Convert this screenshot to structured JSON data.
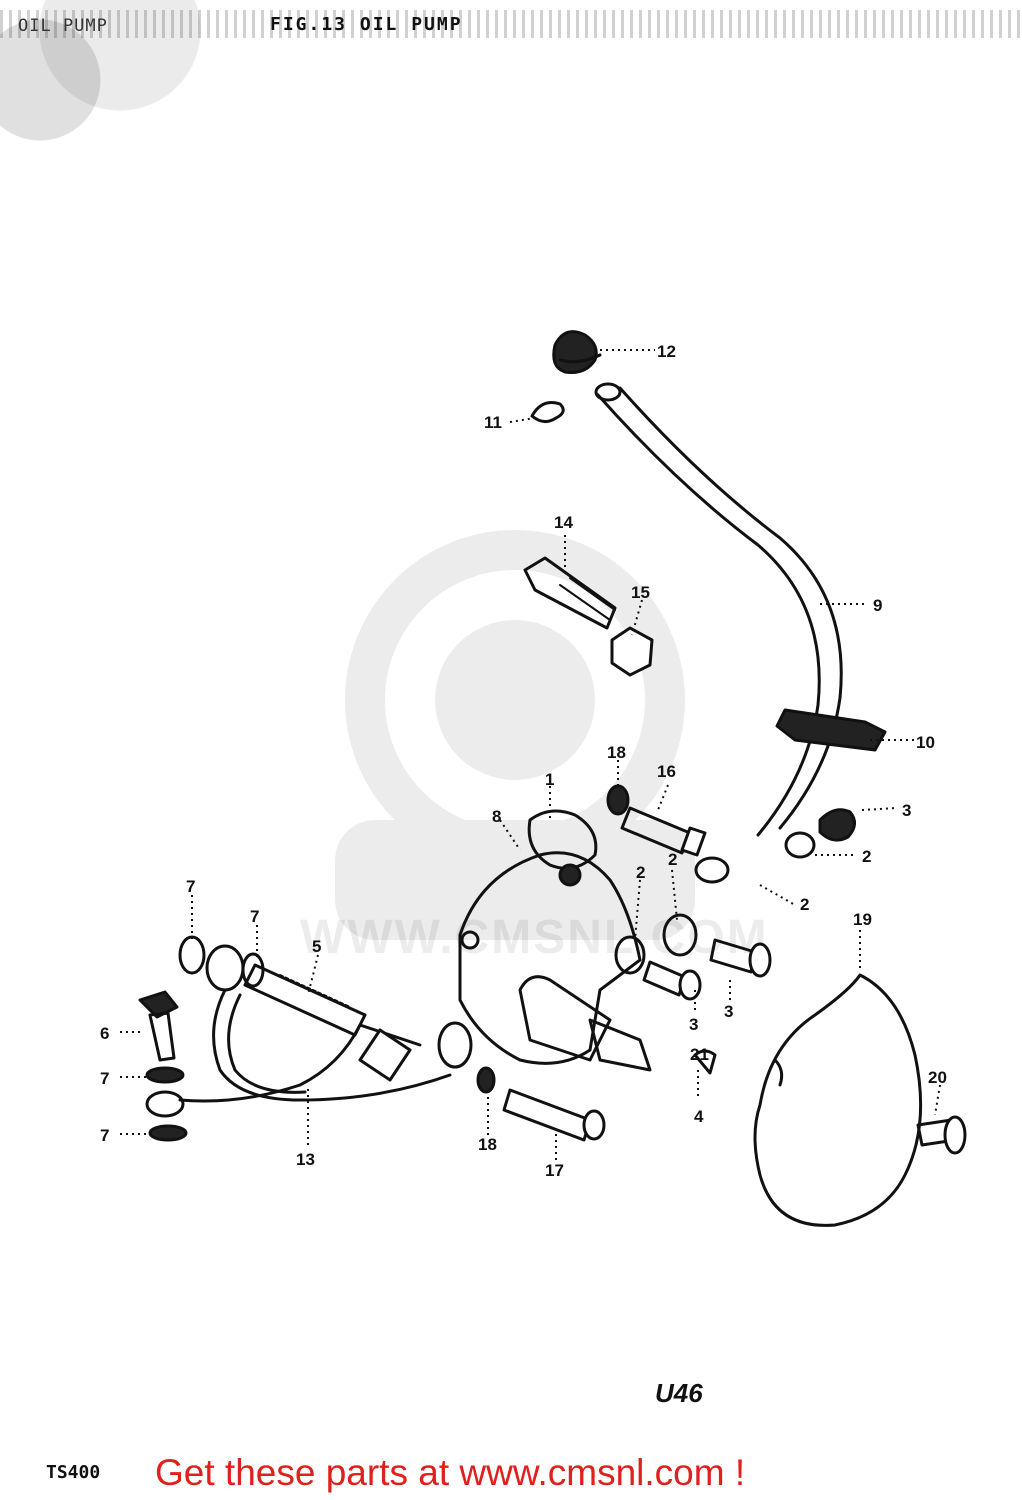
{
  "header": {
    "page_title": "OIL PUMP",
    "fig_title": "FIG.13  OIL PUMP"
  },
  "callouts": {
    "c1": "1",
    "c2a": "2",
    "c2b": "2",
    "c2c": "2",
    "c2d": "2",
    "c3a": "3",
    "c3b": "3",
    "c3c": "3",
    "c4": "4",
    "c5": "5",
    "c6": "6",
    "c7a": "7",
    "c7b": "7",
    "c7c": "7",
    "c7d": "7",
    "c8": "8",
    "c9": "9",
    "c10": "10",
    "c11": "11",
    "c12": "12",
    "c13": "13",
    "c14": "14",
    "c15": "15",
    "c16": "16",
    "c17": "17",
    "c18a": "18",
    "c18b": "18",
    "c19": "19",
    "c20": "20",
    "c21": "21"
  },
  "footer": {
    "diagram_code": "U46",
    "model": "TS400",
    "promo": "Get these parts at www.cmsnl.com !"
  },
  "watermark": {
    "url": "WWW.CMSNL.COM"
  },
  "colors": {
    "promo": "#e0201c",
    "ink": "#111111"
  }
}
